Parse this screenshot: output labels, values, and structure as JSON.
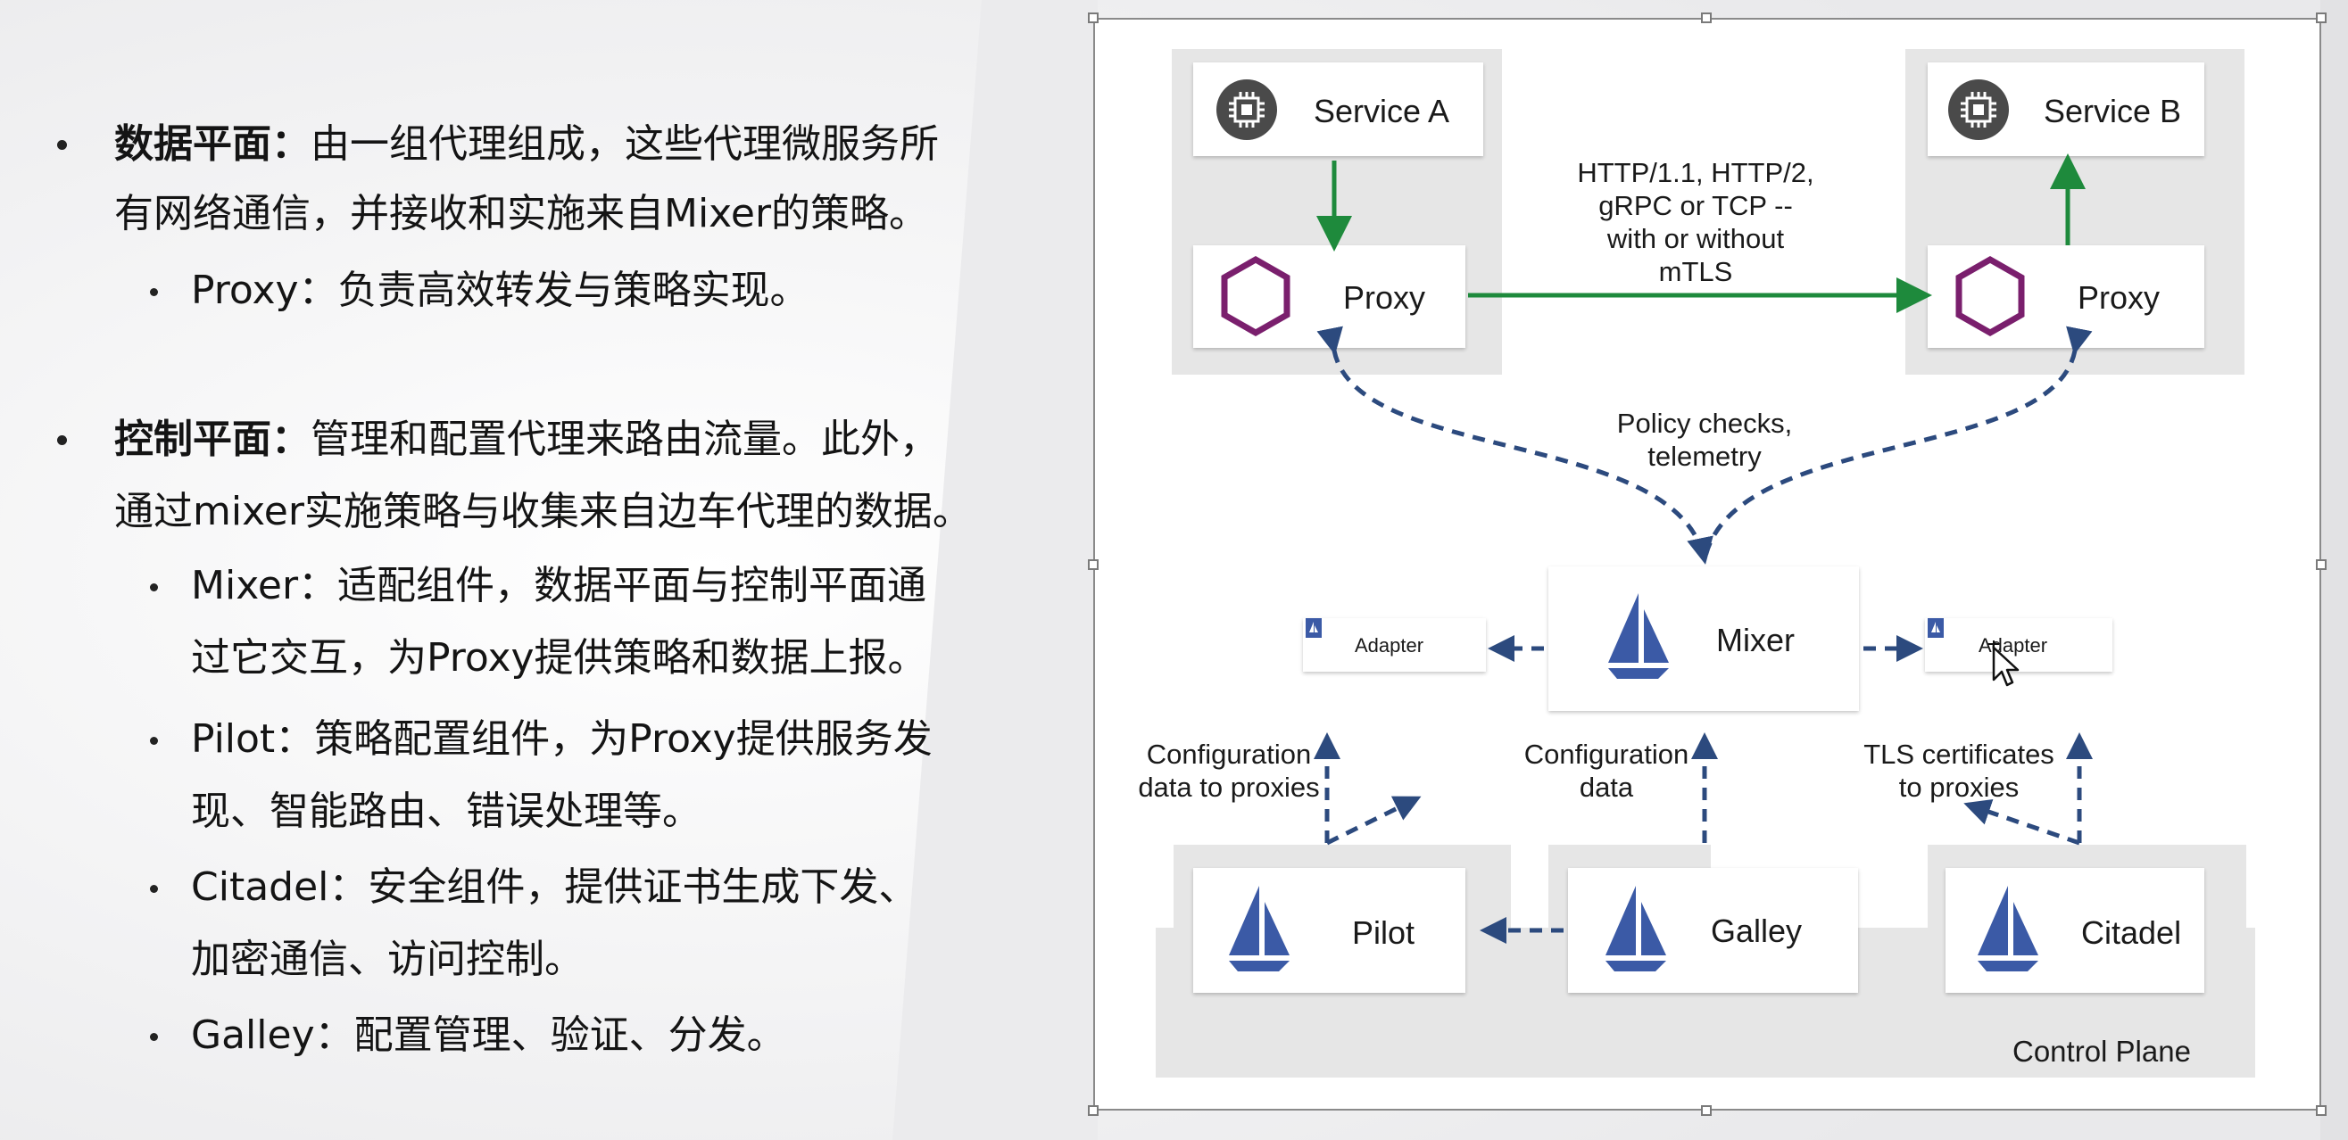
{
  "left_panel": {
    "data_plane": {
      "title": "数据平面：",
      "line1_rest": "由一组代理组成，这些代理微服务所",
      "line2": "有网络通信，并接收和实施来自Mixer的策略。",
      "subs": [
        "Proxy：负责高效转发与策略实现。"
      ]
    },
    "control_plane": {
      "title": "控制平面：",
      "line1_rest": "管理和配置代理来路由流量。此外，",
      "line2": "通过mixer实施策略与收集来自边车代理的数据。",
      "subs": [
        {
          "l1": "Mixer：适配组件，数据平面与控制平面通",
          "l2": "过它交互，为Proxy提供策略和数据上报。"
        },
        {
          "l1": "Pilot：策略配置组件，为Proxy提供服务发",
          "l2": "现、智能路由、错误处理等。"
        },
        {
          "l1": "Citadel：安全组件，提供证书生成下发、",
          "l2": "加密通信、访问控制。"
        },
        {
          "l1": "Galley：配置管理、验证、分发。"
        }
      ]
    }
  },
  "diagram": {
    "service_a": "Service A",
    "service_b": "Service B",
    "proxy_a": "Proxy",
    "proxy_b": "Proxy",
    "protocol_note": [
      "HTTP/1.1, HTTP/2,",
      "gRPC or TCP --",
      "with or without",
      "mTLS"
    ],
    "policy_note": [
      "Policy checks,",
      "telemetry"
    ],
    "mixer": "Mixer",
    "adapter_left": "Adapter",
    "adapter_right": "Adapter",
    "config_left": [
      "Configuration",
      "data to proxies"
    ],
    "config_mid": [
      "Configuration",
      "data"
    ],
    "tls_note": [
      "TLS certificates",
      "to proxies"
    ],
    "pilot": "Pilot",
    "galley": "Galley",
    "citadel": "Citadel",
    "control_plane_label": "Control Plane",
    "colors": {
      "green_arrow": "#1e8a3c",
      "dashed_arrow": "#2c4a7e",
      "sail": "#3b5aa6",
      "proxy_hexagon": "#7a1f6d",
      "chip_circle": "#4a4a4a"
    }
  }
}
